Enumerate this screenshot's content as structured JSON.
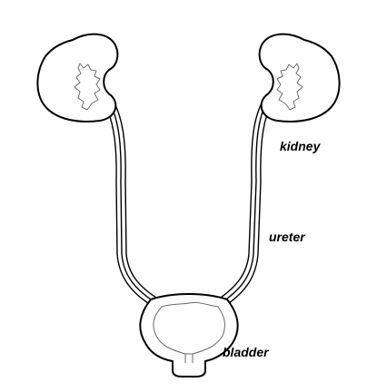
{
  "labels": {
    "kidney": "kidney",
    "ureter": "ureter",
    "bladder": "bladder"
  },
  "colors": {
    "outline": "#000000",
    "inner_lining": "#6a6a6a",
    "background": "#ffffff"
  }
}
